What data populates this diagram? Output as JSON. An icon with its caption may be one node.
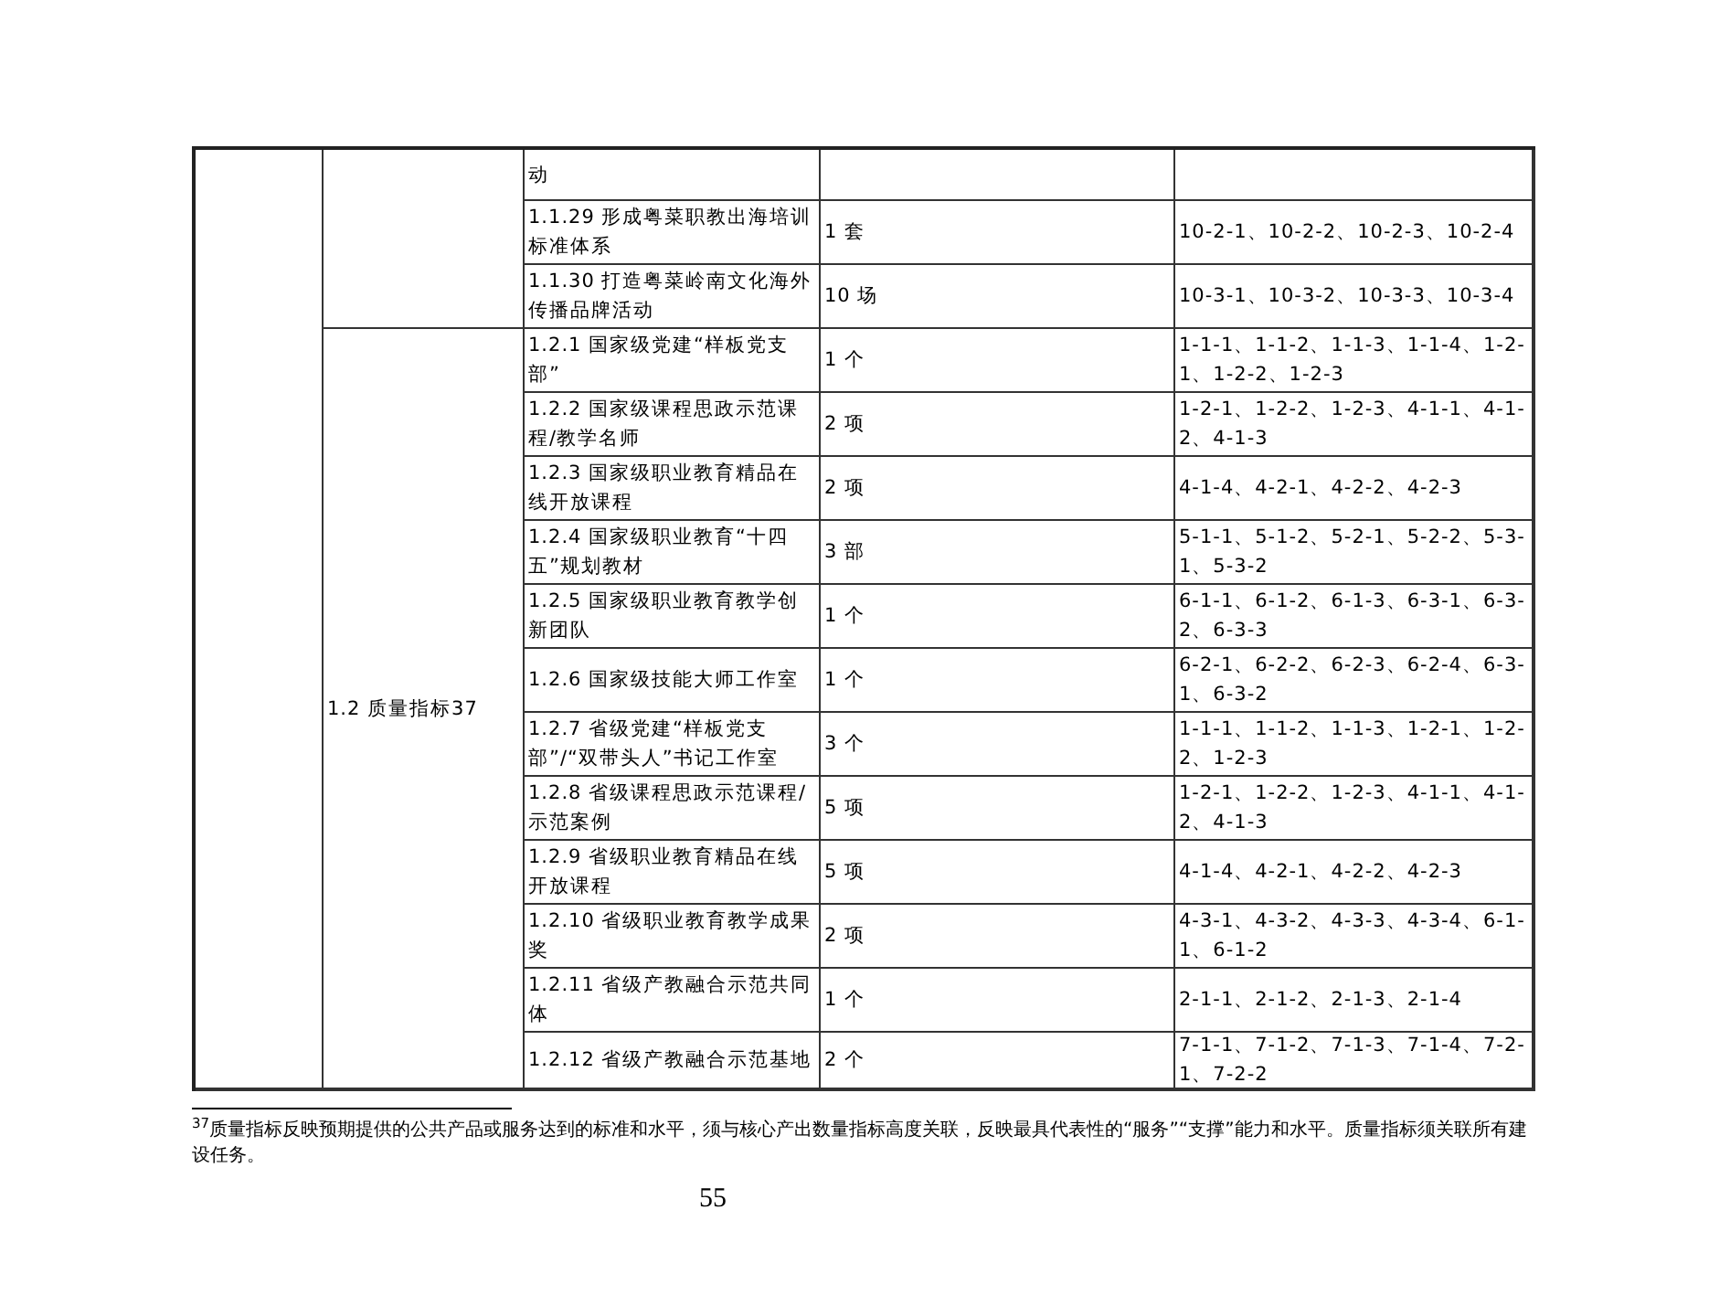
{
  "diagram": {
    "labels": [
      "动",
      "1.1.29 形成粤菜职教出海培训标准体系",
      "1 套",
      "10-2-1、10-2-2、10-2-3、10-2-4",
      "1.1.30 打造粤菜岭南文化海外传播品牌活动",
      "10 场",
      "10-3-1、10-3-2、10-3-3、10-3-4",
      "1.2 质量指标37",
      "1.2.1 国家级党建“样板党支部”",
      "1 个",
      "1-1-1、1-1-2、1-1-3、1-1-4、1-2-1、1-2-2、1-2-3",
      "1.2.2 国家级课程思政示范课程/教学名师",
      "2 项",
      "1-2-1、1-2-2、1-2-3、4-1-1、4-1-2、4-1-3",
      "1.2.3 国家级职业教育精品在线开放课程",
      "2 项",
      "4-1-4、4-2-1、4-2-2、4-2-3",
      "1.2.4 国家级职业教育“十四五”规划教材",
      "3 部",
      "5-1-1、5-1-2、5-2-1、5-2-2、5-3-1、5-3-2",
      "1.2.5 国家级职业教育教学创新团队",
      "1 个",
      "6-1-1、6-1-2、6-1-3、6-3-1、6-3-2、6-3-3",
      "1.2.6 国家级技能大师工作室",
      "1 个",
      "6-2-1、6-2-2、6-2-3、6-2-4、6-3-1、6-3-2",
      "1.2.7 省级党建“样板党支部”/“双带头人”书记工作室",
      "3 个",
      "1-1-1、1-1-2、1-1-3、1-2-1、1-2-2、1-2-3",
      "1.2.8 省级课程思政示范课程/示范案例",
      "5 项",
      "1-2-1、1-2-2、1-2-3、4-1-1、4-1-2、4-1-3",
      "1.2.9 省级职业教育精品在线开放课程",
      "5 项",
      "4-1-4、4-2-1、4-2-2、4-2-3",
      "1.2.10 省级职业教育教学成果奖",
      "2 项",
      "4-3-1、4-3-2、4-3-3、4-3-4、6-1-1、6-1-2",
      "1.2.11 省级产教融合示范共同体",
      "1 个",
      "2-1-1、2-1-2、2-1-3、2-1-4",
      "1.2.12 省级产教融合示范基地",
      "2 个",
      "7-1-1、7-1-2、7-1-3、7-1-4、7-2-1、7-2-2",
      "$^{37}$质量指标反映预期提供的公共产品或服务达到的标准和水平，须与核心产出数量指标高度关联，反映最具代表性的“服务”“支撑”能力和水平。质量指标须关联所有建设任务。",
      "55"
    ]
  }
}
